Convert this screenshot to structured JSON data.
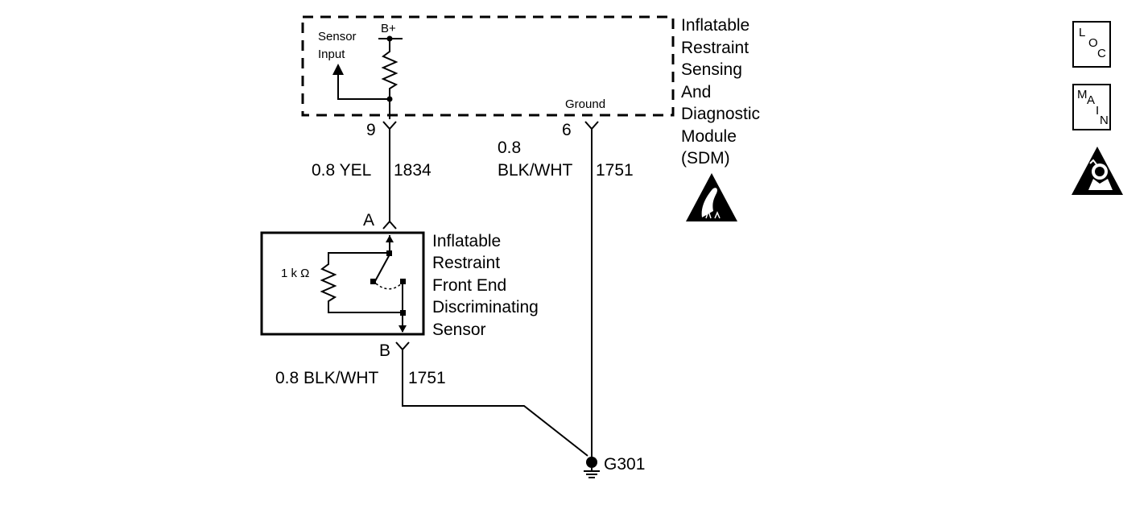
{
  "sdm": {
    "lines": [
      "Inflatable",
      "Restraint",
      "Sensing",
      "And",
      "Diagnostic",
      "Module",
      "(SDM)"
    ],
    "sensor_input_line1": "Sensor",
    "sensor_input_line2": "Input",
    "bplus_label": "B+",
    "ground_label": "Ground",
    "pin_sensor": "9",
    "pin_ground": "6"
  },
  "wires": {
    "yel_label": "0.8 YEL",
    "yel_circuit": "1834",
    "sdm_ground_size": "0.8",
    "sdm_ground_color": "BLK/WHT",
    "sdm_ground_circuit": "1751",
    "sensor_ground_label": "0.8 BLK/WHT",
    "sensor_ground_circuit": "1751"
  },
  "sensor": {
    "lines": [
      "Inflatable",
      "Restraint",
      "Front End",
      "Discriminating",
      "Sensor"
    ],
    "resistor_label": "1 k Ω",
    "pin_a": "A",
    "pin_b": "B"
  },
  "ground_point": "G301",
  "side_icons": {
    "loc": {
      "letters": [
        "L",
        "O",
        "C"
      ]
    },
    "main": {
      "letters": [
        "M",
        "A",
        "I",
        "N"
      ]
    },
    "airbag": "airbag-warning-icon"
  },
  "esd_icon": "esd-warning-icon"
}
